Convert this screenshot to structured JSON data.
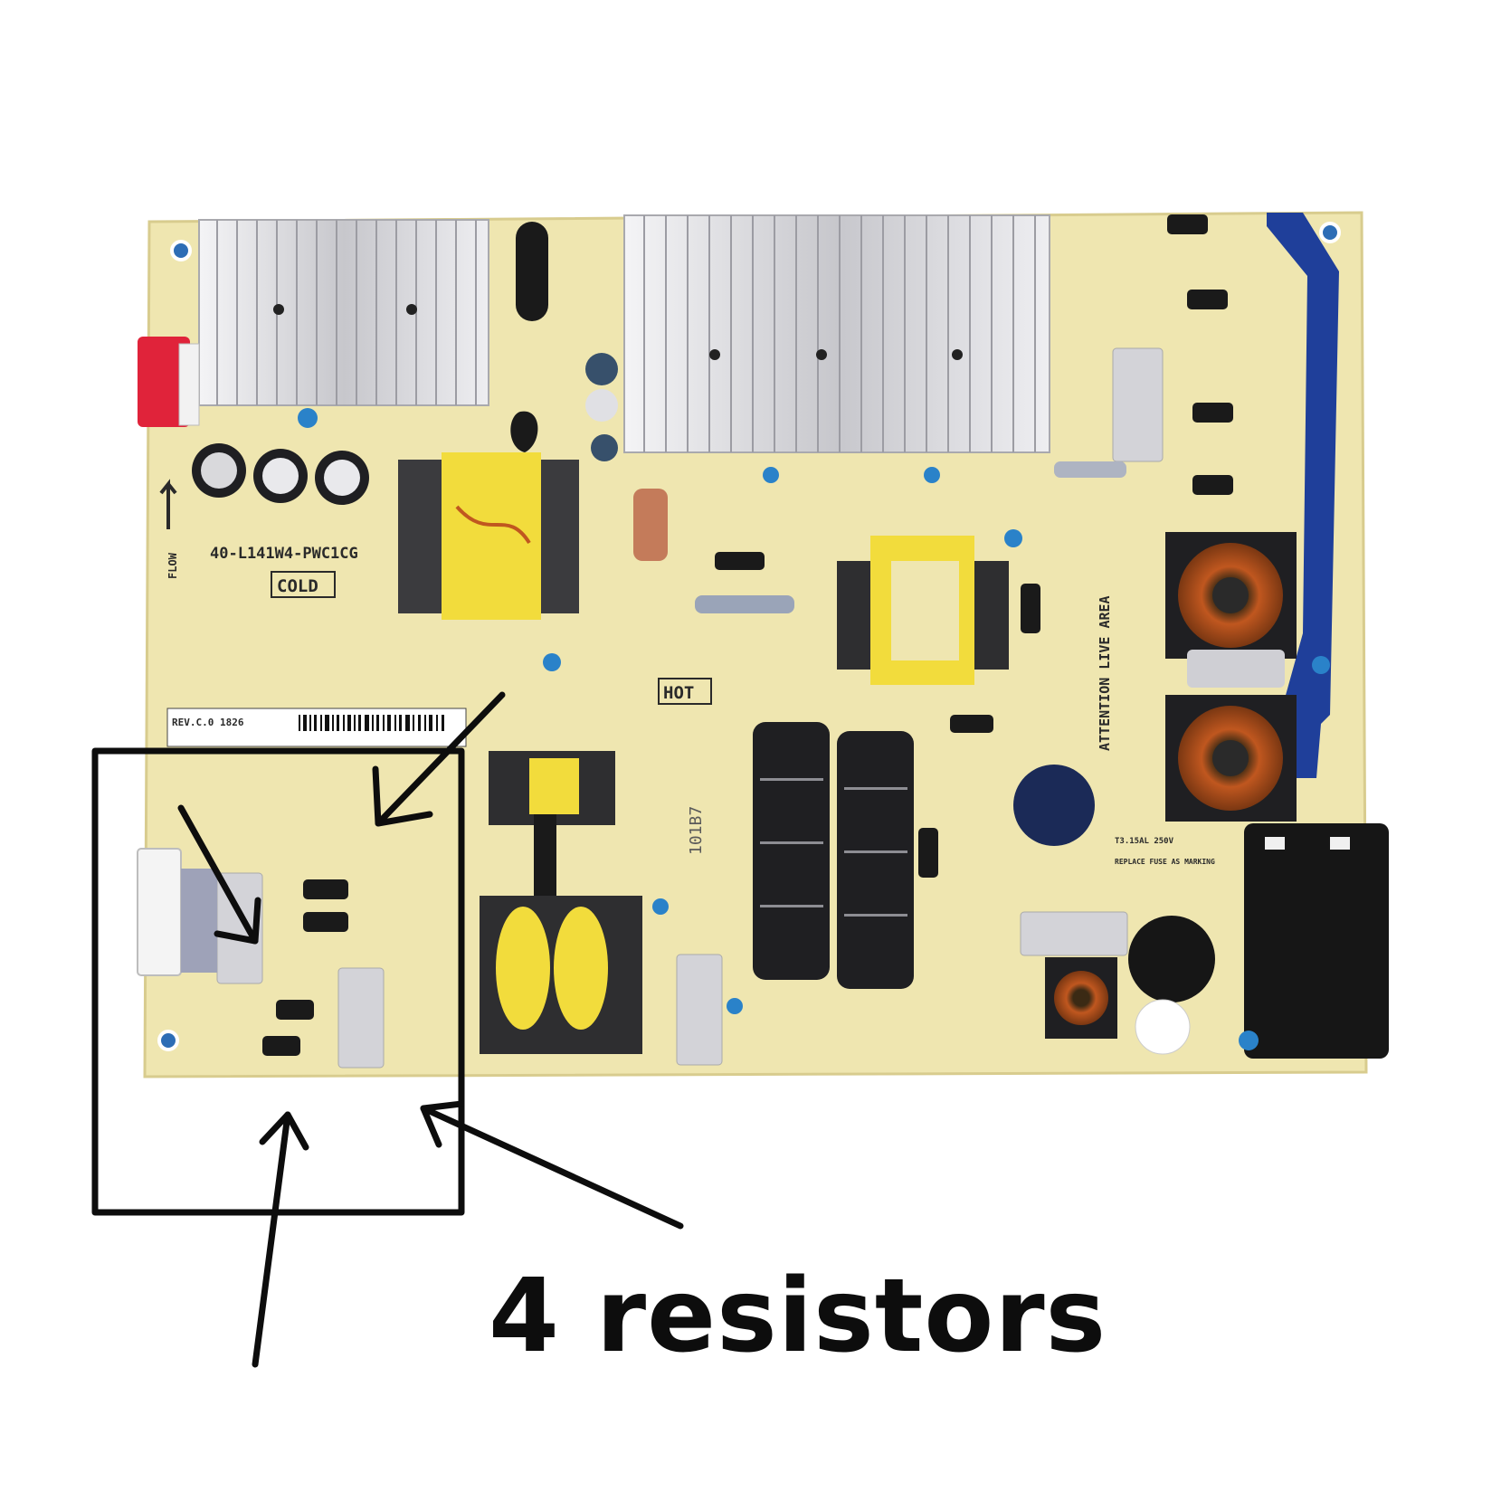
{
  "photo": {
    "subject": "power-supply-board",
    "colors": {
      "board": "#efe6b0",
      "heatsink": "#d9d9dc",
      "capacitor": "#1f1f22",
      "transformer": "#f2dc3c",
      "toroid_wire": "#c0571f",
      "annotation": "#0d0d0d",
      "red_connector": "#e0233a",
      "blue_trace": "#1f3f9a"
    }
  },
  "silkscreen": {
    "model": "40-L141W4-PWC1CG",
    "cold_label": "COLD",
    "hot_label": "HOT",
    "flow_label": "FLOW",
    "live_area": "ATTENTION LIVE AREA",
    "rev": "REV.C.0  1826",
    "code": "101B7",
    "fuse_note_1": "T3.15AL 250V",
    "fuse_note_2": "REPLACE FUSE AS MARKING"
  },
  "annotation": {
    "caption": "4 resistors",
    "shapes": [
      "highlight-box",
      "arrow-from-top",
      "arrow-from-bottom-left",
      "arrow-from-bottom-right",
      "arrow-diagonal-inside"
    ]
  }
}
